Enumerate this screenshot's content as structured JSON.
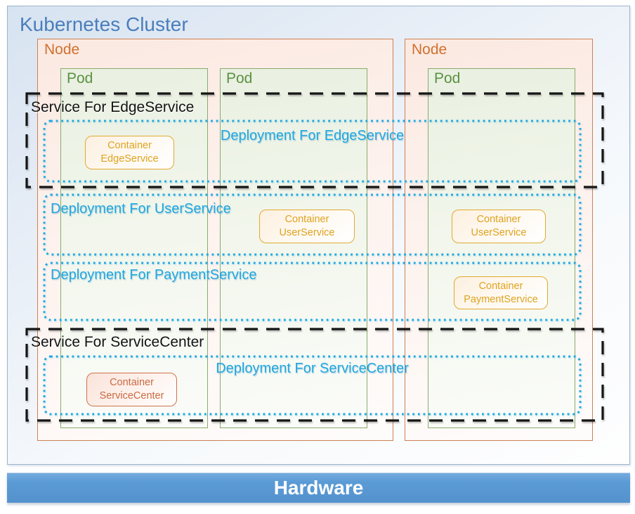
{
  "cluster": {
    "title": "Kubernetes Cluster"
  },
  "hardware": {
    "label": "Hardware"
  },
  "nodes": [
    {
      "label": "Node"
    },
    {
      "label": "Node"
    }
  ],
  "pods": [
    {
      "label": "Pod"
    },
    {
      "label": "Pod"
    },
    {
      "label": "Pod"
    }
  ],
  "services": [
    {
      "label": "Service For EdgeService"
    },
    {
      "label": "Service For ServiceCenter"
    }
  ],
  "deployments": [
    {
      "label": "Deployment For EdgeService"
    },
    {
      "label": "Deployment For UserService"
    },
    {
      "label": "Deployment For PaymentService"
    },
    {
      "label": "Deployment For ServiceCenter"
    }
  ],
  "containers": [
    {
      "line1": "Container",
      "line2": "EdgeService"
    },
    {
      "line1": "Container",
      "line2": "UserService"
    },
    {
      "line1": "Container",
      "line2": "UserService"
    },
    {
      "line1": "Container",
      "line2": "PaymentService"
    },
    {
      "line1": "Container",
      "line2": "ServiceCenter"
    }
  ],
  "colors": {
    "cluster_title": "#4a7ebb",
    "node_accent": "#d2702f",
    "pod_accent": "#5a9140",
    "service_line": "#151515",
    "deployment_accent": "#1fa8e0",
    "container_gold": "#dfa31f",
    "container_red": "#cc6a42",
    "hardware_bg": "#5b9bd5"
  }
}
